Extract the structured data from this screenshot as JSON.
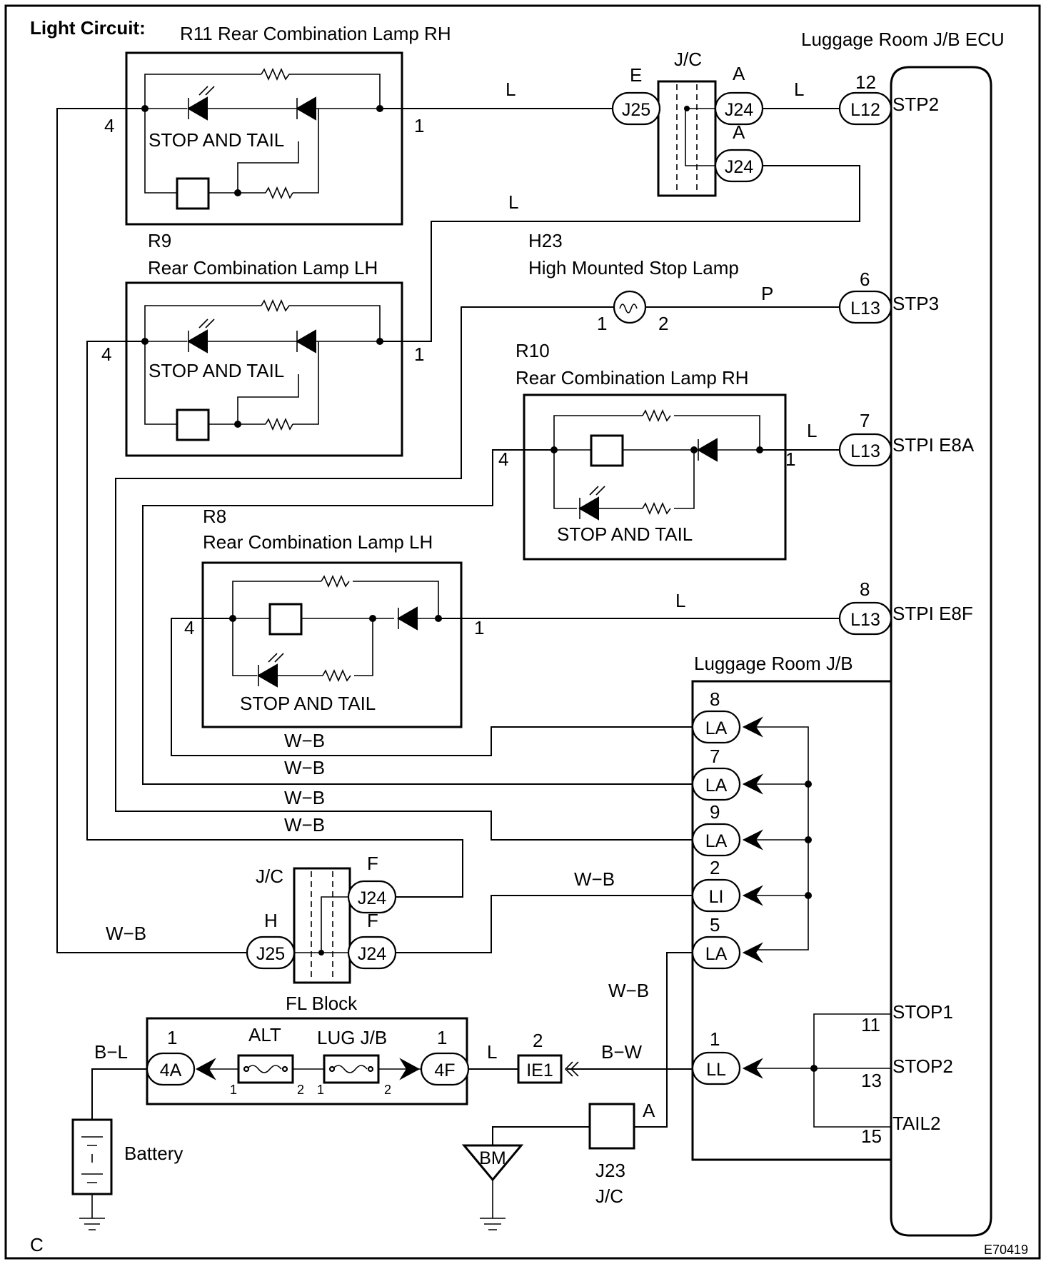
{
  "title": "Light Circuit:",
  "corner_label": "C",
  "figure_code": "E70419",
  "components": {
    "r11": {
      "id": "R11",
      "name": "Rear Combination Lamp RH",
      "bulb": "STOP AND TAIL",
      "pin_a": "4",
      "pin_b": "1"
    },
    "r9": {
      "id": "R9",
      "name": "Rear Combination Lamp LH",
      "bulb": "STOP AND TAIL",
      "pin_a": "4",
      "pin_b": "1"
    },
    "r10": {
      "id": "R10",
      "name": "Rear Combination Lamp RH",
      "bulb": "STOP AND TAIL",
      "pin_a": "4",
      "pin_b": "1"
    },
    "r8": {
      "id": "R8",
      "name": "Rear Combination Lamp LH",
      "bulb": "STOP AND TAIL",
      "pin_a": "4",
      "pin_b": "1"
    },
    "h23": {
      "id": "H23",
      "name": "High Mounted Stop Lamp",
      "pin_a": "1",
      "pin_b": "2"
    },
    "ecu": {
      "name": "Luggage Room J/B ECU"
    },
    "jb": {
      "name": "Luggage Room J/B"
    },
    "fl_block": {
      "name": "FL Block",
      "fuse1": "ALT",
      "fuse2": "LUG J/B"
    },
    "battery": {
      "name": "Battery"
    },
    "jc_top": {
      "name": "J/C"
    },
    "jc_bottom": {
      "name": "J/C"
    },
    "j23": {
      "name": "J23",
      "sub": "J/C",
      "pin": "A"
    },
    "ground_bm": {
      "name": "BM"
    }
  },
  "connectors": {
    "j25_top": {
      "label": "J25",
      "letter": "E"
    },
    "j24_top_a": {
      "label": "J24",
      "letter": "A"
    },
    "j24_top_b": {
      "label": "J24",
      "letter": "A"
    },
    "j24_bot_a": {
      "label": "J24",
      "letter": "F"
    },
    "j24_bot_b": {
      "label": "J24",
      "letter": "F"
    },
    "j25_bot": {
      "label": "J25",
      "letter": "H"
    },
    "l12": {
      "label": "L12",
      "pin": "12"
    },
    "l13_a": {
      "label": "L13",
      "pin": "6"
    },
    "l13_b": {
      "label": "L13",
      "pin": "7"
    },
    "l13_c": {
      "label": "L13",
      "pin": "8"
    },
    "la_8": {
      "label": "LA",
      "pin": "8"
    },
    "la_7": {
      "label": "LA",
      "pin": "7"
    },
    "la_9": {
      "label": "LA",
      "pin": "9"
    },
    "li_2": {
      "label": "LI",
      "pin": "2"
    },
    "la_5": {
      "label": "LA",
      "pin": "5"
    },
    "ll_1": {
      "label": "LL",
      "pin": "1"
    },
    "c4a": {
      "label": "4A",
      "pin": "1"
    },
    "c4f": {
      "label": "4F",
      "pin": "1"
    },
    "ie1": {
      "label": "IE1",
      "pin": "2"
    }
  },
  "terminals": {
    "stp2": "STP2",
    "stp3": "STP3",
    "stpi_e8a": "STPI E8A",
    "stpi_e8f": "STPI E8F",
    "stop1": {
      "name": "STOP1",
      "pin": "11"
    },
    "stop2": {
      "name": "STOP2",
      "pin": "13"
    },
    "tail2": {
      "name": "TAIL2",
      "pin": "15"
    }
  },
  "wires": {
    "l_1": "L",
    "l_2": "L",
    "l_3": "L",
    "l_4": "L",
    "l_5": "L",
    "l_6": "L",
    "p": "P",
    "wb_1": "W−B",
    "wb_2": "W−B",
    "wb_3": "W−B",
    "wb_4": "W−B",
    "wb_5": "W−B",
    "wb_6": "W−B",
    "wb_7": "W−B",
    "bl": "B−L",
    "bw": "B−W"
  },
  "fuse_pins": {
    "alt_in": "1",
    "alt_out": "2",
    "lug_in": "1",
    "lug_out": "2"
  }
}
